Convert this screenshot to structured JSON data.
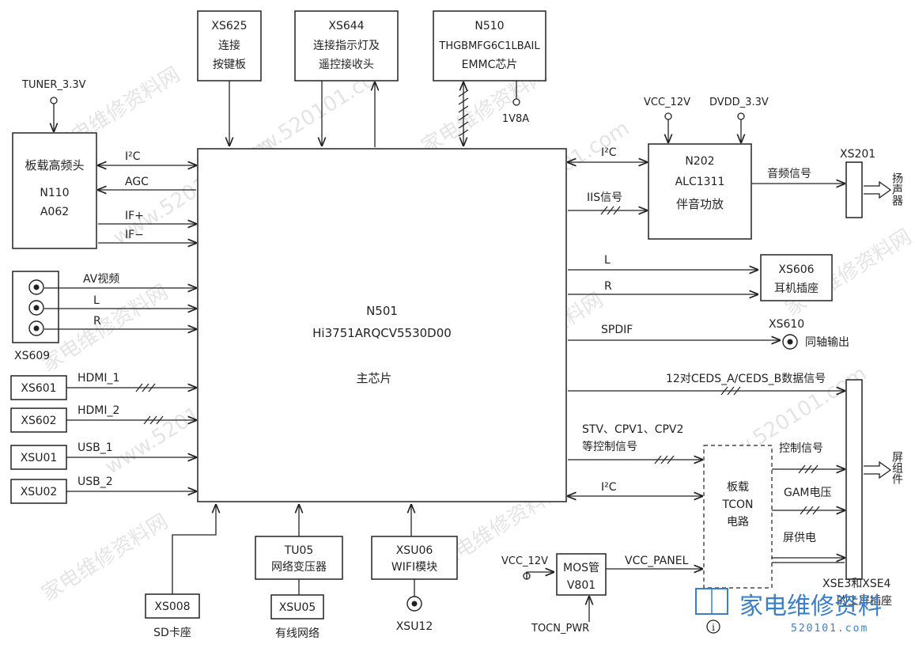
{
  "watermarks": {
    "w1": "家电维修资料网",
    "w2": "www.520101.com",
    "w3": "家电维修资料网",
    "w4": "www.520101.com",
    "w5": "家电维修资料网",
    "w6": "www.520101.com",
    "w7": "家电维修资料网",
    "w8": "www.520101.com",
    "w9": "家电维修资料网",
    "w10": "家电维修资料网",
    "w11": "www.520101.com",
    "w12": "家电维修资料网"
  },
  "main_chip": {
    "id": "N501",
    "part": "Hi3751ARQCV5530D00",
    "desc": "主芯片"
  },
  "tuner_supply": "TUNER_3.3V",
  "tuner": {
    "line1": "板载高频头",
    "line2": "N110",
    "line3": "A062"
  },
  "tuner_signals": {
    "i2c": "I²C",
    "agc": "AGC",
    "ifp": "IF+",
    "ifm": "IF−"
  },
  "av": {
    "video": "AV视频",
    "l": "L",
    "r": "R",
    "connector": "XS609"
  },
  "hdmi1": {
    "conn": "XS601",
    "label": "HDMI_1"
  },
  "hdmi2": {
    "conn": "XS602",
    "label": "HDMI_2"
  },
  "usb1": {
    "conn": "XSU01",
    "label": "USB_1"
  },
  "usb2": {
    "conn": "XSU02",
    "label": "USB_2"
  },
  "sd": {
    "conn": "XS008",
    "caption": "SD卡座"
  },
  "tu05": {
    "line1": "TU05",
    "line2": "网络变压器"
  },
  "xsu05": {
    "conn": "XSU05",
    "caption": "有线网络"
  },
  "wifi": {
    "line1": "XSU06",
    "line2": "WIFI模块",
    "antenna": "XSU12"
  },
  "xs625": {
    "line1": "XS625",
    "line2": "连接",
    "line3": "按键板"
  },
  "xs644": {
    "line1": "XS644",
    "line2": "连接指示灯及",
    "line3": "遥控接收头"
  },
  "emmc": {
    "line1": "N510",
    "line2": "THGBMFG6C1LBAIL",
    "line3": "EMMC芯片",
    "supply": "1V8A"
  },
  "amp": {
    "line1": "N202",
    "line2": "ALC1311",
    "line3": "伴音功放",
    "vcc": "VCC_12V",
    "dvdd": "DVDD_3.3V"
  },
  "amp_signals": {
    "i2c": "I²C",
    "iis": "IIS信号",
    "audio": "音频信号"
  },
  "speaker": {
    "conn": "XS201",
    "label": "扬声器"
  },
  "headphone": {
    "l": "L",
    "r": "R",
    "line1": "XS606",
    "line2": "耳机插座"
  },
  "spdif": {
    "label": "SPDIF",
    "conn": "XS610",
    "caption": "同轴输出"
  },
  "ceds": "12对CEDS_A/CEDS_B数据信号",
  "ctrl": {
    "line1": "STV、CPV1、CPV2",
    "line2": "等控制信号"
  },
  "tcon_i2c": "I²C",
  "tcon": {
    "line1": "板载",
    "line2": "TCON",
    "line3": "电路"
  },
  "tcon_out": {
    "ctrl": "控制信号",
    "gam": "GAM电压",
    "power": "屏供电"
  },
  "panel": {
    "label": "屏组件",
    "conn": "XSE3和XSE4",
    "caption": "的上屏插座"
  },
  "mos": {
    "line1": "MOS管",
    "line2": "V801",
    "vcc": "VCC_12V",
    "out": "VCC_PANEL",
    "ctrl": "TOCN_PWR"
  },
  "logo": {
    "title": "家电维修资料",
    "url": "520101.com"
  },
  "colors": {
    "line": "#222222",
    "watermark": "#cfcfcf",
    "logo": "#3a7fc8"
  }
}
